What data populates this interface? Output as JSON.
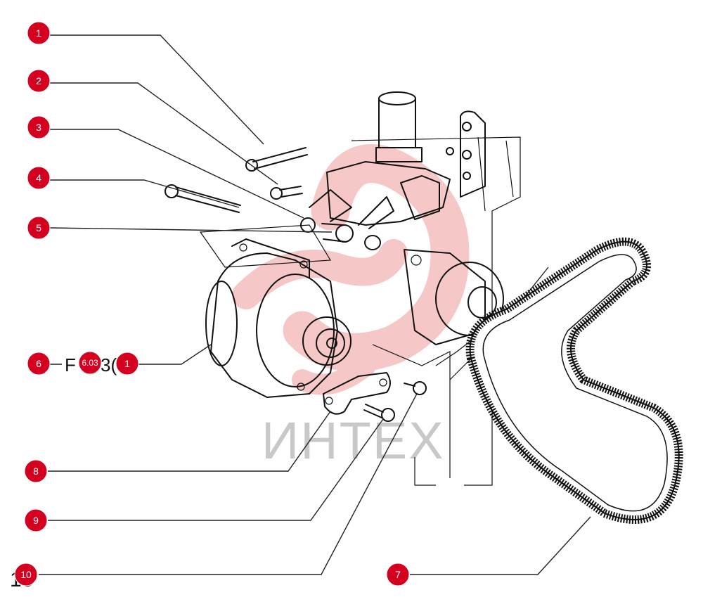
{
  "colors": {
    "badge": "#d4001f",
    "badge_text": "#ffffff",
    "watermark": "#e23a3a",
    "line": "#222222"
  },
  "watermark": {
    "text": "ИНТЕХ"
  },
  "figure_ref": {
    "prefix": "F",
    "code": "6.03",
    "suffix": "3(",
    "badge": "6",
    "sub_badge": "1"
  },
  "page_corner": {
    "text": "10"
  },
  "callouts": [
    {
      "n": "1"
    },
    {
      "n": "2"
    },
    {
      "n": "3"
    },
    {
      "n": "4"
    },
    {
      "n": "5"
    },
    {
      "n": "7"
    },
    {
      "n": "8"
    },
    {
      "n": "9"
    },
    {
      "n": "10"
    }
  ]
}
